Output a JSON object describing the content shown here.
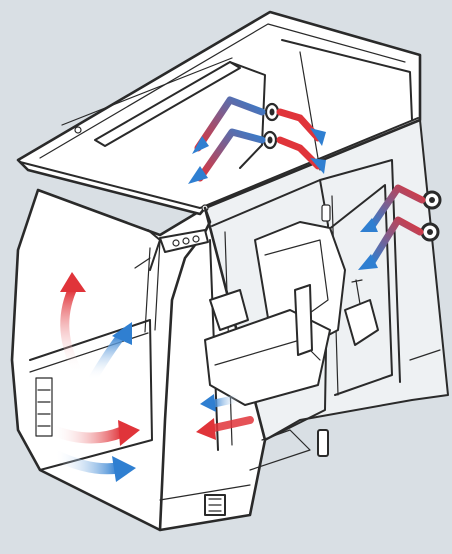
{
  "figure": {
    "background_color": "#d9dfe4",
    "cab_body_color": "#ffffff",
    "outline_color": "#2a2a2a"
  },
  "airflow": {
    "warm_color": "#e0343a",
    "cool_color": "#2f7fd1",
    "vents": [
      {
        "location": "roof",
        "count": 2,
        "direction": "outward",
        "colors": "red-to-blue"
      },
      {
        "location": "rear-pillar",
        "count": 2,
        "direction": "inward",
        "colors": "red-to-blue"
      },
      {
        "location": "front-left-window",
        "direction": "upward",
        "colors": "red"
      },
      {
        "location": "front-left-window",
        "direction": "upward",
        "colors": "blue"
      },
      {
        "location": "front-lower-left",
        "direction": "forward",
        "colors": "red"
      },
      {
        "location": "front-lower-left",
        "direction": "forward",
        "colors": "blue"
      },
      {
        "location": "door-floor",
        "direction": "forward",
        "colors": "red"
      },
      {
        "location": "door-floor",
        "direction": "forward",
        "colors": "blue"
      }
    ]
  },
  "icons": [
    "roof-vent-icon",
    "pillar-vent-icon",
    "seat-icon",
    "joystick-icon",
    "door-handle-icon"
  ]
}
